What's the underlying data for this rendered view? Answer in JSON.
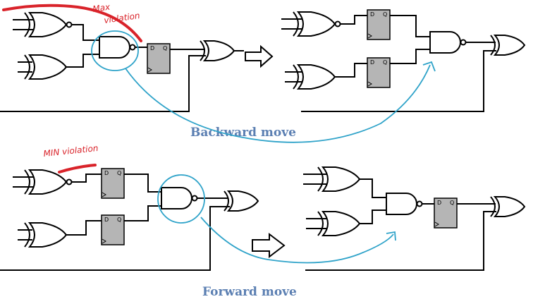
{
  "annotations": {
    "max_violation_line1": "Max",
    "max_violation_line2": "violation",
    "min_violation": "MIN violation"
  },
  "captions": {
    "backward": "Backward move",
    "forward": "Forward move"
  },
  "flipflop": {
    "d_label": "D",
    "q_label": "Q"
  },
  "colors": {
    "caption": "#5b7fb2",
    "annotation_red": "#d9232a",
    "annotation_blue": "#2fa3c9",
    "flipflop_fill": "#b5b5b5"
  }
}
